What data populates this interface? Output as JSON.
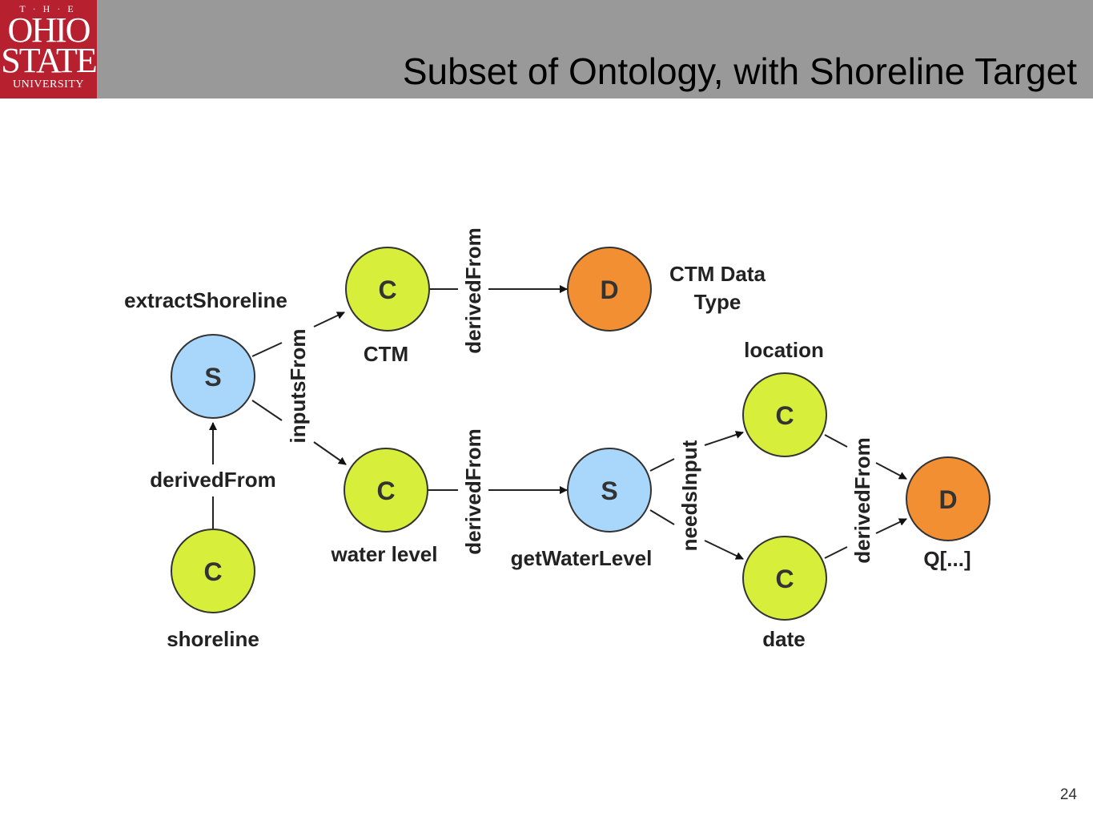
{
  "logo": {
    "the": "T·H·E",
    "ohio": "OHIO",
    "state": "STATE",
    "university": "UNIVERSITY"
  },
  "title": "Subset of Ontology, with Shoreline Target",
  "page_number": "24",
  "colors": {
    "concept": "#d7ee3a",
    "service": "#a9d6fb",
    "data": "#f28f33",
    "header": "#999999",
    "logo": "#b7202e"
  },
  "nodes": {
    "extract": {
      "letter": "S",
      "label": "extractShoreline"
    },
    "ctm": {
      "letter": "C",
      "label": "CTM"
    },
    "ctm_data": {
      "letter": "D",
      "label_line1": "CTM Data",
      "label_line2": "Type"
    },
    "water": {
      "letter": "C",
      "label": "water level"
    },
    "shoreline": {
      "letter": "C",
      "label": "shoreline"
    },
    "getwater": {
      "letter": "S",
      "label": "getWaterLevel"
    },
    "location": {
      "letter": "C",
      "label": "location"
    },
    "date": {
      "letter": "C",
      "label": "date"
    },
    "q": {
      "letter": "D",
      "label": "Q[...]"
    }
  },
  "edges": {
    "inputs_from": "inputsFrom",
    "derived_ctm": "derivedFrom",
    "derived_shoreline": "derivedFrom",
    "derived_water": "derivedFrom",
    "needs_input": "needsInput",
    "derived_q": "derivedFrom"
  }
}
